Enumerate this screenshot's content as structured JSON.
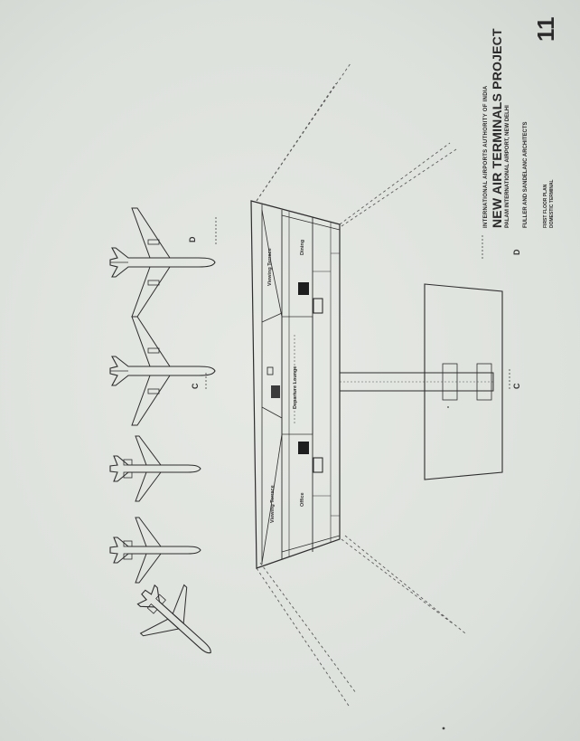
{
  "title_block": {
    "authority": "INTERNATIONAL AIRPORTS AUTHORITY OF INDIA",
    "project": "NEW AIR TERMINALS PROJECT",
    "location": "PALAM INTERNATIONAL AIRPORT, NEW DELHI",
    "architects": "FULLER AND SANDELANC ARCHITECTS",
    "sheet_title_1": "FIRST FLOOR PLAN",
    "sheet_title_2": "DOMESTIC TERMINAL",
    "sheet_number": "11"
  },
  "plan": {
    "labels": {
      "viewing_terrace_top": "Viewing Terrace",
      "viewing_terrace_bottom": "Viewing Terrace",
      "departure_lounge": "Departure Lounge",
      "dining": "Dining",
      "office": "Office"
    },
    "section_marks": {
      "c_top": "C",
      "c_bottom": "C",
      "d_top": "D",
      "d_bottom": "D"
    }
  },
  "colors": {
    "paper": "#dfe3de",
    "ink": "#2d2d2d",
    "dark_fill": "#1e1e1e"
  },
  "aircraft_icons": [
    "wide-body-jet",
    "wide-body-jet",
    "narrow-body-jet",
    "narrow-body-jet",
    "regional-jet"
  ]
}
